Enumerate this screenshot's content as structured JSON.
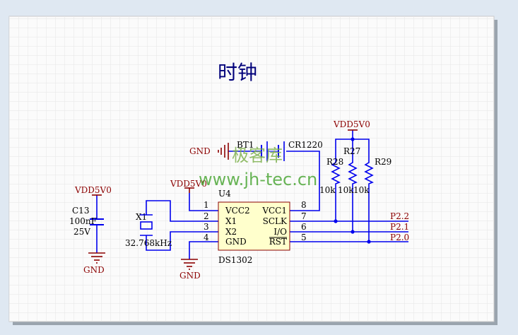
{
  "title": "时钟",
  "colors": {
    "wire": "#0000ee",
    "power": "#8b0000",
    "label": "#000000",
    "pin_number": "#000000",
    "title": "#00007a",
    "watermark_cn": "#7fb24f",
    "watermark_url": "#4fa83a",
    "paper": "#fbfbfb",
    "grid": "#e5e5e5",
    "frame_shadow": "#9aa4ae"
  },
  "watermark": {
    "chinese": "极客库",
    "url": "www.jh-tec.cn"
  },
  "u4": {
    "designator": "U4",
    "part": "DS1302",
    "pins": [
      {
        "number": "1",
        "name": "VCC2"
      },
      {
        "number": "2",
        "name": "X1"
      },
      {
        "number": "3",
        "name": "X2"
      },
      {
        "number": "4",
        "name": "GND"
      },
      {
        "number": "8",
        "name": "VCC1"
      },
      {
        "number": "7",
        "name": "SCLK"
      },
      {
        "number": "6",
        "name": "I/O"
      },
      {
        "number": "5",
        "name": "RST"
      }
    ]
  },
  "battery": {
    "designator": "BT1",
    "value": "CR1220",
    "gnd": "GND"
  },
  "power_vdd_u4": "VDD5V0",
  "power_vdd_pullups": "VDD5V0",
  "power_vdd_cap": "VDD5V0",
  "crystal": {
    "designator": "X1",
    "value": "32.768kHz"
  },
  "cap": {
    "designator": "C13",
    "value": "100nF",
    "voltage": "25V",
    "gnd": "GND"
  },
  "u4_gnd": "GND",
  "resistors": [
    {
      "designator": "R28",
      "value": "10k"
    },
    {
      "designator": "R27",
      "value": "10k"
    },
    {
      "designator": "R29",
      "value": "10k"
    }
  ],
  "nets": [
    "P2.2",
    "P2.1",
    "P2.0"
  ]
}
